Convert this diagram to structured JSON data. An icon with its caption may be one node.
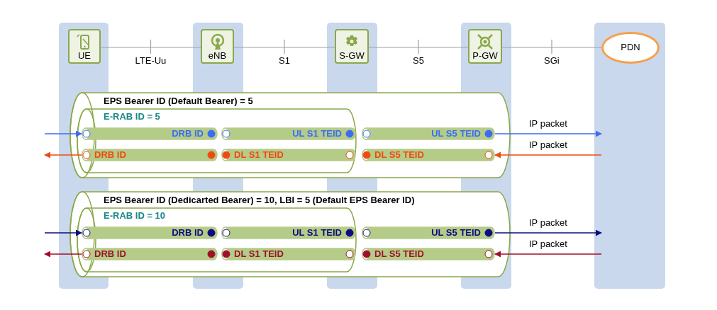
{
  "diagram": {
    "nodes": [
      {
        "text": [
          "UE"
        ]
      },
      {
        "text": [
          "eNB"
        ]
      },
      {
        "text": [
          "S-GW"
        ]
      },
      {
        "text": [
          "P-GW"
        ]
      },
      {
        "text": [
          "PDN"
        ]
      },
      {
        "text": [
          "EPS Bearer ID (Default Bearer) = 5"
        ]
      },
      {
        "text": [
          "E-RAB ID = 5"
        ],
        "in": 5
      },
      {
        "text": [
          "DRB ID"
        ],
        "in": 6
      },
      {
        "text": [
          "UL S1 TEID"
        ],
        "in": 6
      },
      {
        "text": [
          "UL S5 TEID"
        ],
        "in": 5
      },
      {
        "text": [
          "DRB ID"
        ],
        "in": 6
      },
      {
        "text": [
          "DL S1 TEID"
        ],
        "in": 6
      },
      {
        "text": [
          "DL S5 TEID"
        ],
        "in": 5
      },
      {
        "text": [
          "EPS Bearer ID (Dedicarted Bearer) = 10, LBI = 5 (Default EPS Bearer ID)"
        ]
      },
      {
        "text": [
          "E-RAB ID = 10"
        ],
        "in": 13
      },
      {
        "text": [
          "DRB ID"
        ],
        "in": 14
      },
      {
        "text": [
          "UL S1 TEID"
        ],
        "in": 14
      },
      {
        "text": [
          "UL S5 TEID"
        ],
        "in": 13
      },
      {
        "text": [
          "DRB ID"
        ],
        "in": 14
      },
      {
        "text": [
          "DL S1 TEID"
        ],
        "in": 14
      },
      {
        "text": [
          "DL S5 TEID"
        ],
        "in": 13
      }
    ],
    "edges": [
      {
        "from": 0,
        "to": 1,
        "arrow": "none",
        "label": "LTE-Uu"
      },
      {
        "from": 1,
        "to": 2,
        "arrow": "none",
        "label": "S1"
      },
      {
        "from": 2,
        "to": 3,
        "arrow": "none",
        "label": "S5"
      },
      {
        "from": 3,
        "to": 4,
        "arrow": "none",
        "label": "SGi"
      },
      {
        "from": null,
        "to": 7,
        "arrow": "to",
        "color": "#3b6cf5"
      },
      {
        "from": 9,
        "to": 4,
        "arrow": "to",
        "label": "IP packet",
        "color": "#3b6cf5"
      },
      {
        "from": 4,
        "to": 12,
        "arrow": "to",
        "label": "IP packet",
        "color": "#f04a10"
      },
      {
        "from": 10,
        "to": null,
        "arrow": "to",
        "color": "#f04a10"
      },
      {
        "from": null,
        "to": 15,
        "arrow": "to",
        "color": "#0c0c80"
      },
      {
        "from": 17,
        "to": 4,
        "arrow": "to",
        "label": "IP packet",
        "color": "#0c0c80"
      },
      {
        "from": 4,
        "to": 20,
        "arrow": "to",
        "label": "IP packet",
        "color": "#a0102a"
      },
      {
        "from": 18,
        "to": null,
        "arrow": "to",
        "color": "#a0102a"
      }
    ]
  }
}
